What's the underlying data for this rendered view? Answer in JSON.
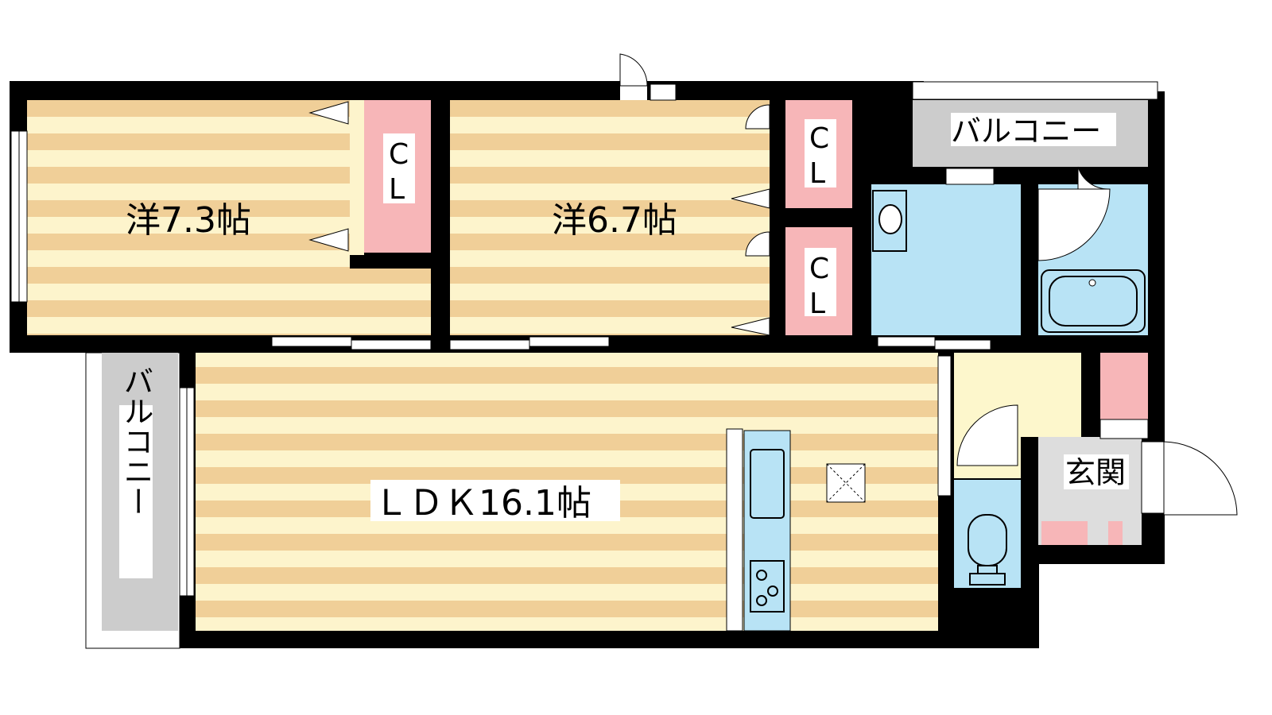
{
  "colors": {
    "wall": "#000000",
    "floor_stripe_dark": "#f0cf98",
    "floor_stripe_light": "#fdf4cc",
    "closet": "#f7b6b8",
    "wet_area": "#b8e3f5",
    "balcony": "#cccccc",
    "hall": "#fdf7cc"
  },
  "rooms": {
    "western_1": "洋7.3帖",
    "western_2": "洋6.7帖",
    "ldk": "ＬＤＫ16.1帖",
    "entrance": "玄関",
    "balcony_top": "バルコニー",
    "balcony_left": "バルコニー",
    "closet_1": {
      "c": "C",
      "l": "L"
    },
    "closet_2": {
      "c": "C",
      "l": "L"
    },
    "closet_3": {
      "c": "C",
      "l": "L"
    }
  },
  "icons": {
    "stove": "stove-icon",
    "sink": "kitchen-sink-icon",
    "washbasin": "washbasin-icon",
    "bathtub": "bathtub-icon",
    "toilet": "toilet-icon",
    "vent": "ventilation-icon"
  }
}
